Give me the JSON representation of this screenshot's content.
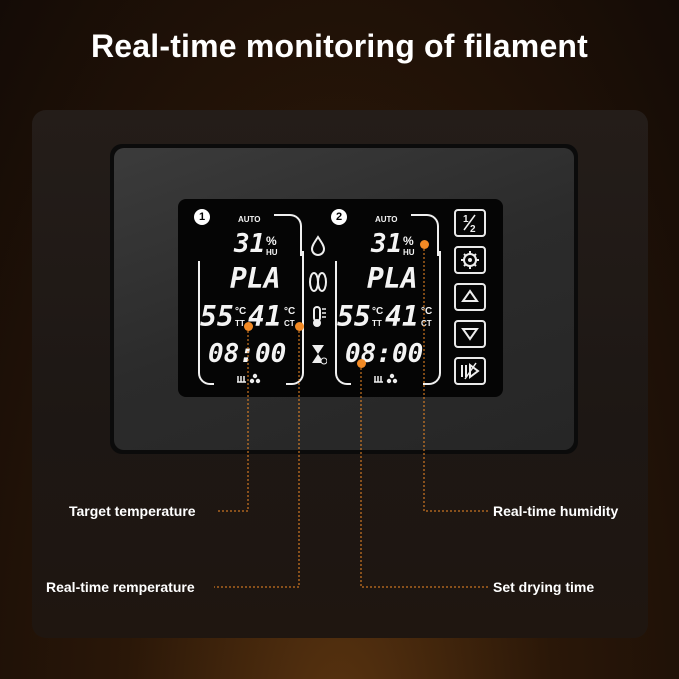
{
  "title": "Real-time monitoring of filament",
  "colors": {
    "accent": "#f28a25",
    "background": "#140b06",
    "display": "#050505"
  },
  "display": {
    "zones": [
      {
        "number": "1",
        "mode": "AUTO",
        "humidity": "31",
        "humidity_unit_top": "%",
        "humidity_unit_bottom": "HU",
        "material": "PLA",
        "target_temp": "55",
        "target_unit_top": "°C",
        "target_unit_bottom": "TT",
        "current_temp": "41",
        "current_unit_top": "°C",
        "current_unit_bottom": "CT",
        "time": "08:00"
      },
      {
        "number": "2",
        "mode": "AUTO",
        "humidity": "31",
        "humidity_unit_top": "%",
        "humidity_unit_bottom": "HU",
        "material": "PLA",
        "target_temp": "55",
        "target_unit_top": "°C",
        "target_unit_bottom": "TT",
        "current_temp": "41",
        "current_unit_top": "°C",
        "current_unit_bottom": "CT",
        "time": "08:00"
      }
    ],
    "center_icons": [
      "droplet-icon",
      "spool-icon",
      "thermometer-icon",
      "hourglass-icon"
    ],
    "buttons": [
      {
        "name": "half-button",
        "icon": "one-half-icon"
      },
      {
        "name": "settings-button",
        "icon": "gear-icon"
      },
      {
        "name": "up-button",
        "icon": "triangle-up-icon"
      },
      {
        "name": "down-button",
        "icon": "triangle-down-icon"
      },
      {
        "name": "play-pause-button",
        "icon": "play-pause-icon"
      }
    ]
  },
  "callouts": {
    "target_temperature": "Target temperature",
    "realtime_temperature": "Real-time remperature",
    "realtime_humidity": "Real-time humidity",
    "drying_time": "Set drying time"
  }
}
